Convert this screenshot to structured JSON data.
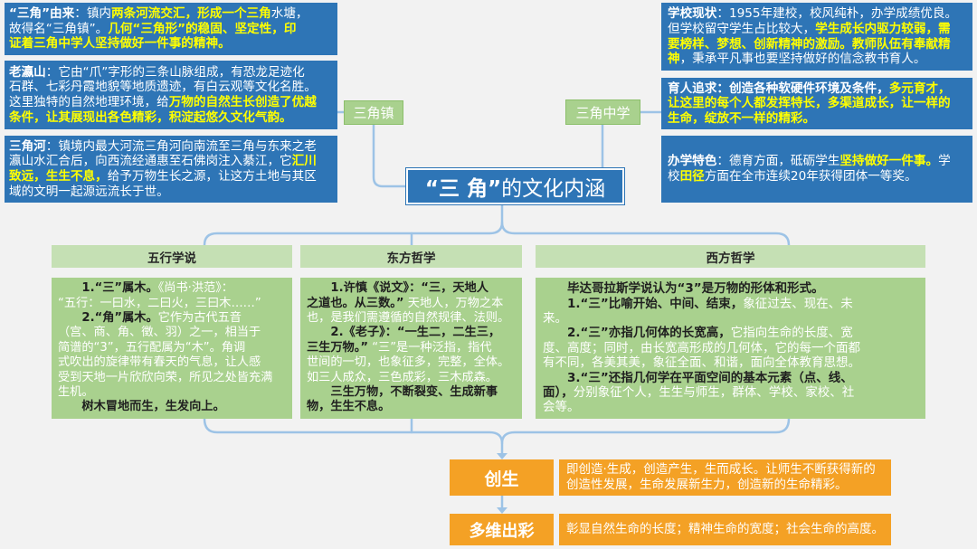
{
  "colors": {
    "background": "#f2f2f2",
    "blue_box": "#2e75b6",
    "highlight_text": "#ffff00",
    "green_header": "#c5e0b4",
    "green_body": "#a9d18e",
    "orange": "#f4a125",
    "connector": "#9dc3e6"
  },
  "left_panels": [
    {
      "lines": [
        {
          "segs": [
            {
              "text": "“三角”由来",
              "bold": true
            },
            {
              "text": "：镇内"
            },
            {
              "text": "两条河流交汇，形成一个三角",
              "bold": true,
              "highlight": true
            },
            {
              "text": "水塘，"
            }
          ]
        },
        {
          "segs": [
            {
              "text": "故得名“三角镇”。"
            },
            {
              "text": "几何“三角形”的稳固、坚定性，印",
              "bold": true,
              "highlight": true
            }
          ]
        },
        {
          "segs": [
            {
              "text": "证着三角中学人坚持做好一件事的精神。",
              "bold": true,
              "highlight": true
            }
          ]
        }
      ]
    },
    {
      "lines": [
        {
          "segs": [
            {
              "text": "老瀛山",
              "bold": true
            },
            {
              "text": "：它由“爪”字形的三条山脉组成，有恐龙足迹化"
            }
          ]
        },
        {
          "segs": [
            {
              "text": "石群、七彩丹霞地貌等地质遗迹，有白云观等文化名胜。"
            }
          ]
        },
        {
          "segs": [
            {
              "text": "这里独特的自然地理环境，给"
            },
            {
              "text": "万物的自然生长创造了优越",
              "bold": true,
              "highlight": true
            }
          ]
        },
        {
          "segs": [
            {
              "text": "条件，让其展现出各色精彩，积淀起悠久文化气韵。",
              "bold": true,
              "highlight": true
            }
          ]
        }
      ]
    },
    {
      "lines": [
        {
          "segs": [
            {
              "text": "三角河",
              "bold": true
            },
            {
              "text": "：镇境内最大河流三角河向南流至三角与东来之老"
            }
          ]
        },
        {
          "segs": [
            {
              "text": "瀛山水汇合后，向西流经通惠至石佛岗注入綦江，它"
            },
            {
              "text": "汇川",
              "bold": true,
              "highlight": true
            }
          ]
        },
        {
          "segs": [
            {
              "text": "致远，生生不息，",
              "bold": true,
              "highlight": true
            },
            {
              "text": "给予万物生长之源，让这方土地与其区"
            }
          ]
        },
        {
          "segs": [
            {
              "text": "域的文明一起源远流长于世。"
            }
          ]
        }
      ]
    }
  ],
  "right_panels": [
    {
      "lines": [
        {
          "segs": [
            {
              "text": "学校现状",
              "bold": true
            },
            {
              "text": "：1955年建校，校风纯朴，办学成绩优良。"
            }
          ]
        },
        {
          "segs": [
            {
              "text": "但学校留守学生占比较大，"
            },
            {
              "text": "学生成长内驱力较弱，需",
              "bold": true,
              "highlight": true
            }
          ]
        },
        {
          "segs": [
            {
              "text": "要榜样、梦想、创新精神的激励。教师队伍有奉献精",
              "bold": true,
              "highlight": true
            }
          ]
        },
        {
          "segs": [
            {
              "text": "神",
              "bold": true,
              "highlight": true
            },
            {
              "text": "，秉承平凡事也要坚持做好的信念教书育人。"
            }
          ]
        }
      ]
    },
    {
      "lines": [
        {
          "segs": [
            {
              "text": "育人追求：创造各种软硬件环境及条件，",
              "bold": true
            },
            {
              "text": "多元育才，",
              "bold": true,
              "highlight": true
            }
          ]
        },
        {
          "segs": [
            {
              "text": "让这里的每个人都发挥特长，多渠道成长，让一样的",
              "bold": true,
              "highlight": true
            }
          ]
        },
        {
          "segs": [
            {
              "text": "生命，绽放不一样的精彩。",
              "bold": true,
              "highlight": true
            }
          ]
        }
      ]
    },
    {
      "lines": [
        {
          "segs": [
            {
              "text": "办学特色",
              "bold": true
            },
            {
              "text": "：德育方面，砥砺学生"
            },
            {
              "text": "坚持做好一件事。",
              "bold": true,
              "highlight": true
            },
            {
              "text": "学"
            }
          ]
        },
        {
          "segs": [
            {
              "text": "校"
            },
            {
              "text": "田径",
              "bold": true,
              "highlight": true
            },
            {
              "text": "方面在全市连续20年获得团体一等奖。"
            }
          ]
        }
      ]
    }
  ],
  "labels": {
    "town": "三角镇",
    "school": "三角中学"
  },
  "center_title": {
    "emphasis": "“三 角”",
    "rest": "的文化内涵"
  },
  "sections": [
    {
      "header": "五行学说",
      "body": {
        "lines": [
          {
            "indent": true,
            "segs": [
              {
                "text": "1.“三”属木。",
                "bold": true
              },
              {
                "text": "《尚书·洪范》："
              }
            ]
          },
          {
            "segs": [
              {
                "text": "“五行：一曰水，二曰火，三曰木……”"
              }
            ]
          },
          {
            "indent": true,
            "segs": [
              {
                "text": "2.“角”属木。",
                "bold": true
              },
              {
                "text": "它作为古代五音"
              }
            ]
          },
          {
            "segs": [
              {
                "text": "（宫、商、角、徵、羽）之一，相当于"
              }
            ]
          },
          {
            "segs": [
              {
                "text": "简谱的“3”，五行配属为“木”。角调"
              }
            ]
          },
          {
            "segs": [
              {
                "text": "式吹出的旋律带有春天的气息，让人感"
              }
            ]
          },
          {
            "segs": [
              {
                "text": "受到天地一片欣欣向荣，所见之处皆充满"
              }
            ]
          },
          {
            "segs": [
              {
                "text": "生机。"
              }
            ]
          },
          {
            "indent": true,
            "segs": [
              {
                "text": "树木冒地而生，生发向上。",
                "bold": true
              }
            ]
          }
        ]
      }
    },
    {
      "header": "东方哲学",
      "body": {
        "lines": [
          {
            "indent": true,
            "segs": [
              {
                "text": "1.许慎《说文》：“三，天地人",
                "bold": true
              }
            ]
          },
          {
            "segs": [
              {
                "text": "之道也。从三数。”",
                "bold": true
              },
              {
                "text": " 天地人，万物之本"
              }
            ]
          },
          {
            "segs": [
              {
                "text": "也，是我们需遵循的自然规律、法则。"
              }
            ]
          },
          {
            "indent": true,
            "segs": [
              {
                "text": "2.《老子》：“一生二，二生三，",
                "bold": true
              }
            ]
          },
          {
            "segs": [
              {
                "text": "三生万物。”",
                "bold": true
              },
              {
                "text": " “三”是一种泛指，指代"
              }
            ]
          },
          {
            "segs": [
              {
                "text": "世间的一切，也象征多，完整，全体。"
              }
            ]
          },
          {
            "segs": [
              {
                "text": "如三人成众，三色成彩，三木成森。"
              }
            ]
          },
          {
            "indent": true,
            "segs": [
              {
                "text": "三生万物，不断裂变、生成新事",
                "bold": true
              }
            ]
          },
          {
            "segs": [
              {
                "text": "物，生生不息。",
                "bold": true
              }
            ]
          }
        ]
      }
    },
    {
      "header": "西方哲学",
      "body": {
        "lines": [
          {
            "indent": true,
            "segs": [
              {
                "text": "毕达哥拉斯学说认为“3”是万物的形体和形式。",
                "bold": true
              }
            ]
          },
          {
            "indent": true,
            "segs": [
              {
                "text": "1.“三”比喻开始、中间、结束，",
                "bold": true
              },
              {
                "text": "象征过去、现在、未"
              }
            ]
          },
          {
            "segs": [
              {
                "text": "来。"
              }
            ]
          },
          {
            "indent": true,
            "segs": [
              {
                "text": "2.“三”亦指几何体的长宽高，",
                "bold": true
              },
              {
                "text": "它指向生命的长度、宽"
              }
            ]
          },
          {
            "segs": [
              {
                "text": "度、高度；同时，由长宽高形成的几何体，它的每一个面都"
              }
            ]
          },
          {
            "segs": [
              {
                "text": "有不同，各美其美，象征全面、和谐，面向全体教育思想。"
              }
            ]
          },
          {
            "indent": true,
            "segs": [
              {
                "text": "3.“三”还指几何学在平面空间的基本元素（点、线、",
                "bold": true
              }
            ]
          },
          {
            "segs": [
              {
                "text": "面），",
                "bold": true
              },
              {
                "text": "分别象征个人，生生与师生，群体、学校、家校、社"
              }
            ]
          },
          {
            "segs": [
              {
                "text": "会等。"
              }
            ]
          }
        ]
      }
    }
  ],
  "outcomes": [
    {
      "label": "创生",
      "description": {
        "lines": [
          {
            "segs": [
              {
                "text": "即创造·生成，创造产生，生而成长。让师生不断获得新的"
              }
            ]
          },
          {
            "segs": [
              {
                "text": "创造性发展，生命发展新生力，创造新的生命精彩。"
              }
            ]
          }
        ]
      }
    },
    {
      "label": "多维出彩",
      "description": {
        "lines": [
          {
            "segs": [
              {
                "text": "彰显自然生命的长度；精神生命的宽度；社会生命的高度。"
              }
            ]
          }
        ]
      }
    }
  ]
}
